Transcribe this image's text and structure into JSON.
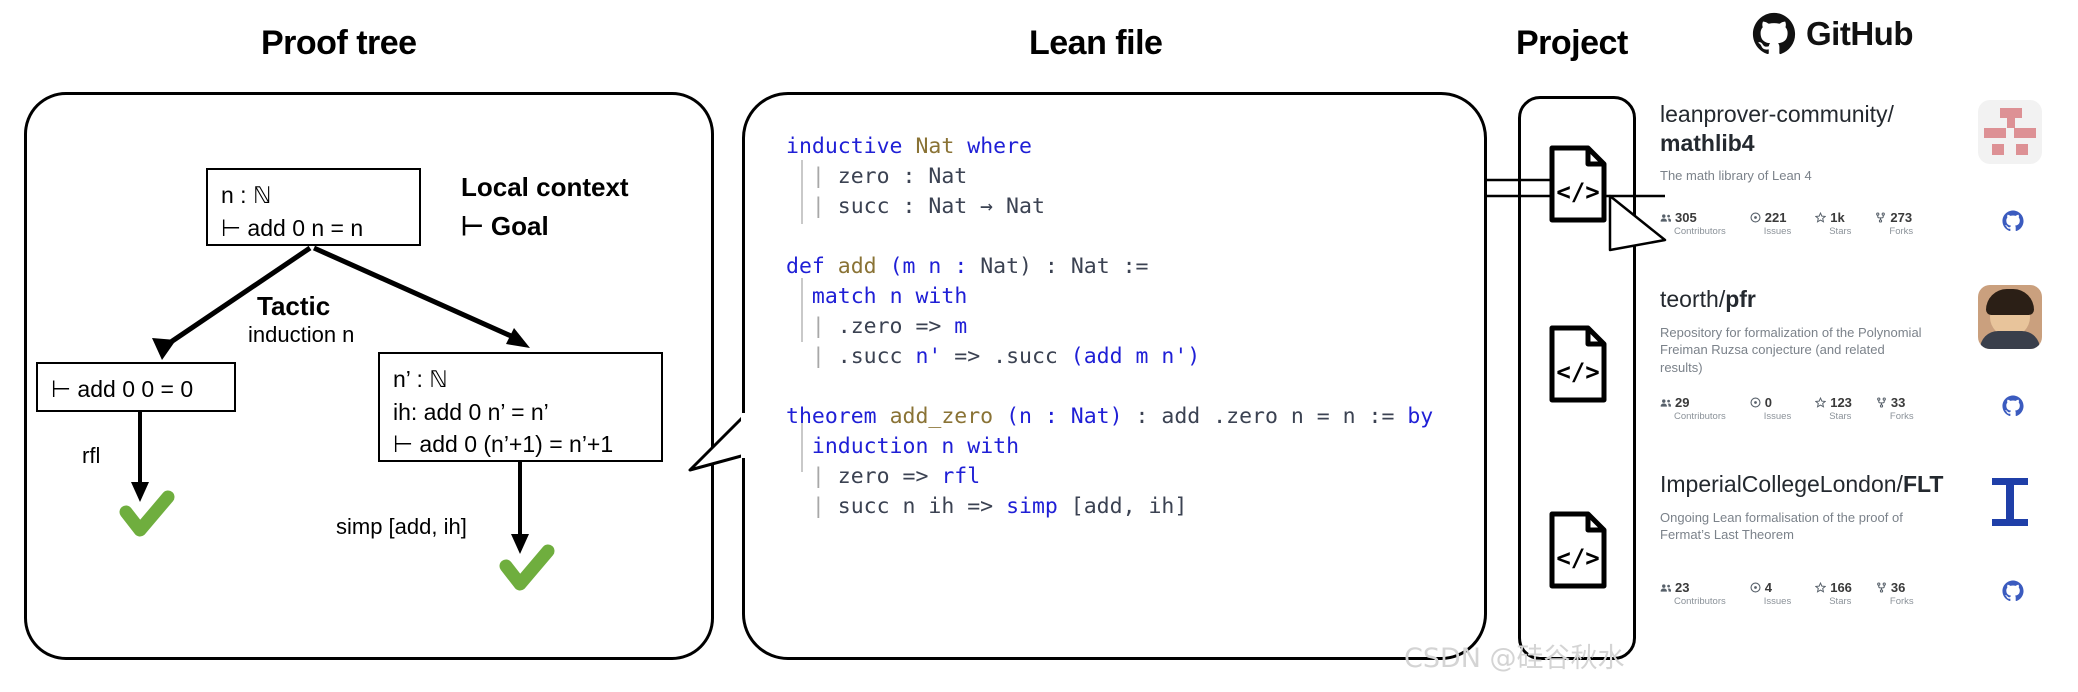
{
  "sections": {
    "proof_tree_title": "Proof tree",
    "lean_file_title": "Lean file",
    "project_title": "Project"
  },
  "proof_tree": {
    "root_box": {
      "line1": "n : ℕ",
      "line2": "⊢ add 0 n = n"
    },
    "legend": {
      "line1": "Local context",
      "line2": "⊢ Goal"
    },
    "tactic_label": "Tactic",
    "tactic_value": "induction n",
    "left_box": {
      "line1": "⊢ add 0 0 = 0"
    },
    "right_box": {
      "line1": "n’ : ℕ",
      "line2": "ih: add 0 n’ = n’",
      "line3": "⊢ add 0 (n’+1) = n’+1"
    },
    "left_edge_label": "rfl",
    "right_edge_label": "simp [add, ih]",
    "check_color": "#6fae3e"
  },
  "lean_code": {
    "lines": [
      [
        {
          "t": "inductive",
          "c": "k"
        },
        {
          "t": " ",
          "c": "p"
        },
        {
          "t": "Nat",
          "c": "n"
        },
        {
          "t": " ",
          "c": "p"
        },
        {
          "t": "where",
          "c": "k"
        }
      ],
      [
        {
          "t": "  | ",
          "c": "g"
        },
        {
          "t": "zero : Nat",
          "c": "p"
        }
      ],
      [
        {
          "t": "  | ",
          "c": "g"
        },
        {
          "t": "succ : Nat → Nat",
          "c": "p"
        }
      ],
      [],
      [
        {
          "t": "def",
          "c": "k"
        },
        {
          "t": " ",
          "c": "p"
        },
        {
          "t": "add",
          "c": "n"
        },
        {
          "t": " ",
          "c": "p"
        },
        {
          "t": "(m n :",
          "c": "v"
        },
        {
          "t": " Nat) : Nat :=",
          "c": "p"
        }
      ],
      [
        {
          "t": "  ",
          "c": "p"
        },
        {
          "t": "match",
          "c": "k"
        },
        {
          "t": " ",
          "c": "p"
        },
        {
          "t": "n",
          "c": "v"
        },
        {
          "t": " ",
          "c": "p"
        },
        {
          "t": "with",
          "c": "k"
        }
      ],
      [
        {
          "t": "  | ",
          "c": "g"
        },
        {
          "t": ".zero => ",
          "c": "p"
        },
        {
          "t": "m",
          "c": "v"
        }
      ],
      [
        {
          "t": "  | ",
          "c": "g"
        },
        {
          "t": ".succ ",
          "c": "p"
        },
        {
          "t": "n'",
          "c": "v"
        },
        {
          "t": " => .succ ",
          "c": "p"
        },
        {
          "t": "(add m n')",
          "c": "v"
        }
      ],
      [],
      [
        {
          "t": "theorem",
          "c": "k"
        },
        {
          "t": " ",
          "c": "p"
        },
        {
          "t": "add_zero",
          "c": "n"
        },
        {
          "t": " ",
          "c": "p"
        },
        {
          "t": "(n : Nat)",
          "c": "v"
        },
        {
          "t": " : add .zero n = n := ",
          "c": "p"
        },
        {
          "t": "by",
          "c": "k"
        }
      ],
      [
        {
          "t": "  ",
          "c": "p"
        },
        {
          "t": "induction",
          "c": "k"
        },
        {
          "t": " ",
          "c": "p"
        },
        {
          "t": "n",
          "c": "v"
        },
        {
          "t": " ",
          "c": "p"
        },
        {
          "t": "with",
          "c": "k"
        }
      ],
      [
        {
          "t": "  | ",
          "c": "g"
        },
        {
          "t": "zero => ",
          "c": "p"
        },
        {
          "t": "rfl",
          "c": "k"
        }
      ],
      [
        {
          "t": "  | ",
          "c": "g"
        },
        {
          "t": "succ n ih => ",
          "c": "p"
        },
        {
          "t": "simp",
          "c": "k"
        },
        {
          "t": " [add, ih]",
          "c": "p"
        }
      ]
    ]
  },
  "github": {
    "brand": "GitHub",
    "repos": [
      {
        "owner": "leanprover-community/",
        "name": "mathlib4",
        "description": "The math library of Lean 4",
        "stats": [
          {
            "value": "305",
            "caption": "Contributors",
            "icon": "people-icon"
          },
          {
            "value": "221",
            "caption": "Issues",
            "icon": "issue-icon"
          },
          {
            "value": "1k",
            "caption": "Stars",
            "icon": "star-icon"
          },
          {
            "value": "273",
            "caption": "Forks",
            "icon": "fork-icon"
          }
        ]
      },
      {
        "owner": "teorth/",
        "name": "pfr",
        "description": "Repository for formalization of the Polynomial Freiman Ruzsa conjecture (and related results)",
        "stats": [
          {
            "value": "29",
            "caption": "Contributors",
            "icon": "people-icon"
          },
          {
            "value": "0",
            "caption": "Issues",
            "icon": "issue-icon"
          },
          {
            "value": "123",
            "caption": "Stars",
            "icon": "star-icon"
          },
          {
            "value": "33",
            "caption": "Forks",
            "icon": "fork-icon"
          }
        ]
      },
      {
        "owner": "ImperialCollegeLondon/",
        "name": "FLT",
        "description": "Ongoing Lean formalisation of the proof of Fermat’s Last Theorem",
        "stats": [
          {
            "value": "23",
            "caption": "Contributors",
            "icon": "people-icon"
          },
          {
            "value": "4",
            "caption": "Issues",
            "icon": "issue-icon"
          },
          {
            "value": "166",
            "caption": "Stars",
            "icon": "star-icon"
          },
          {
            "value": "36",
            "caption": "Forks",
            "icon": "fork-icon"
          }
        ]
      }
    ]
  },
  "watermark": "CSDN @硅谷秋水"
}
